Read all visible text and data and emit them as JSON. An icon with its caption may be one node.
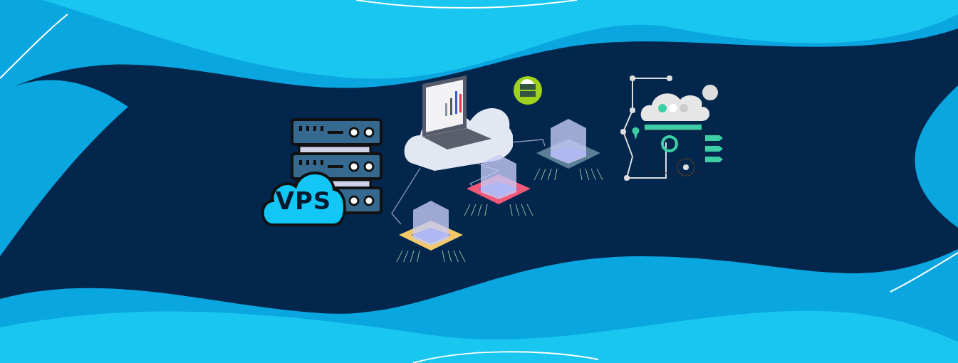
{
  "diagram": {
    "nodes": [
      {
        "text": [
          "VPS"
        ]
      },
      {
        "text": [],
        "shape": "picture"
      },
      {
        "text": [],
        "shape": "picture"
      },
      {
        "text": [],
        "shape": "picture"
      },
      {
        "text": [],
        "shape": "picture"
      }
    ],
    "edges": [
      {
        "from": 1,
        "to": 2,
        "arrow": "none"
      },
      {
        "from": 1,
        "to": 3,
        "arrow": "none"
      },
      {
        "from": 1,
        "to": 4,
        "arrow": "none"
      }
    ]
  }
}
